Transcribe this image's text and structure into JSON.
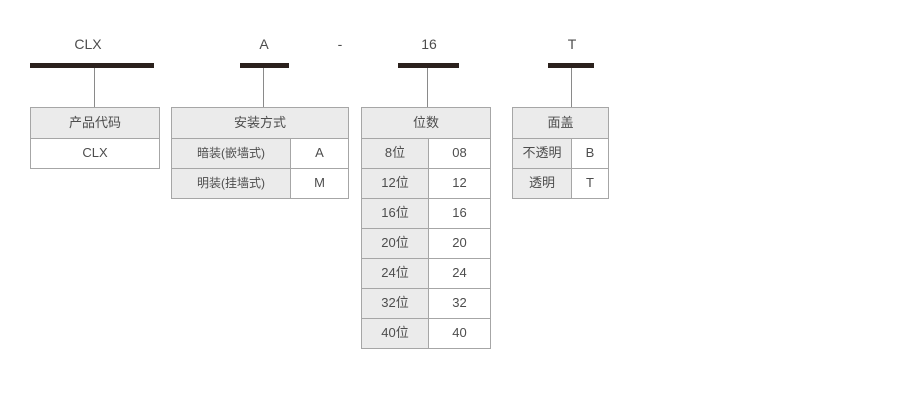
{
  "diagram": {
    "title": "product-code-breakdown",
    "colors": {
      "bar": "#2b211d",
      "connector": "#8a8a8a",
      "border": "#a6a6a6",
      "header_fill": "#ebebeb",
      "cell_fill": "#ffffff",
      "text": "#4d4d4d"
    },
    "code_sequence": [
      {
        "id": "segment-product",
        "text": "CLX"
      },
      {
        "id": "segment-mounting",
        "text": "A"
      },
      {
        "id": "separator",
        "text": "-"
      },
      {
        "id": "segment-positions",
        "text": "16"
      },
      {
        "id": "segment-cover",
        "text": "T"
      }
    ],
    "groups": [
      {
        "id": "product-code",
        "header": "产品代码",
        "header_span": 1,
        "rows": [
          {
            "name": "CLX",
            "code": null
          }
        ]
      },
      {
        "id": "mounting-type",
        "header": "安装方式",
        "header_span": 2,
        "rows": [
          {
            "name": "暗装(嵌墙式)",
            "code": "A"
          },
          {
            "name": "明装(挂墙式)",
            "code": "M"
          }
        ]
      },
      {
        "id": "position-count",
        "header": "位数",
        "header_span": 2,
        "rows": [
          {
            "name": "8位",
            "code": "08"
          },
          {
            "name": "12位",
            "code": "12"
          },
          {
            "name": "16位",
            "code": "16"
          },
          {
            "name": "20位",
            "code": "20"
          },
          {
            "name": "24位",
            "code": "24"
          },
          {
            "name": "32位",
            "code": "32"
          },
          {
            "name": "40位",
            "code": "40"
          }
        ]
      },
      {
        "id": "face-cover",
        "header": "面盖",
        "header_span": 2,
        "rows": [
          {
            "name": "不透明",
            "code": "B"
          },
          {
            "name": "透明",
            "code": "T"
          }
        ]
      }
    ]
  }
}
